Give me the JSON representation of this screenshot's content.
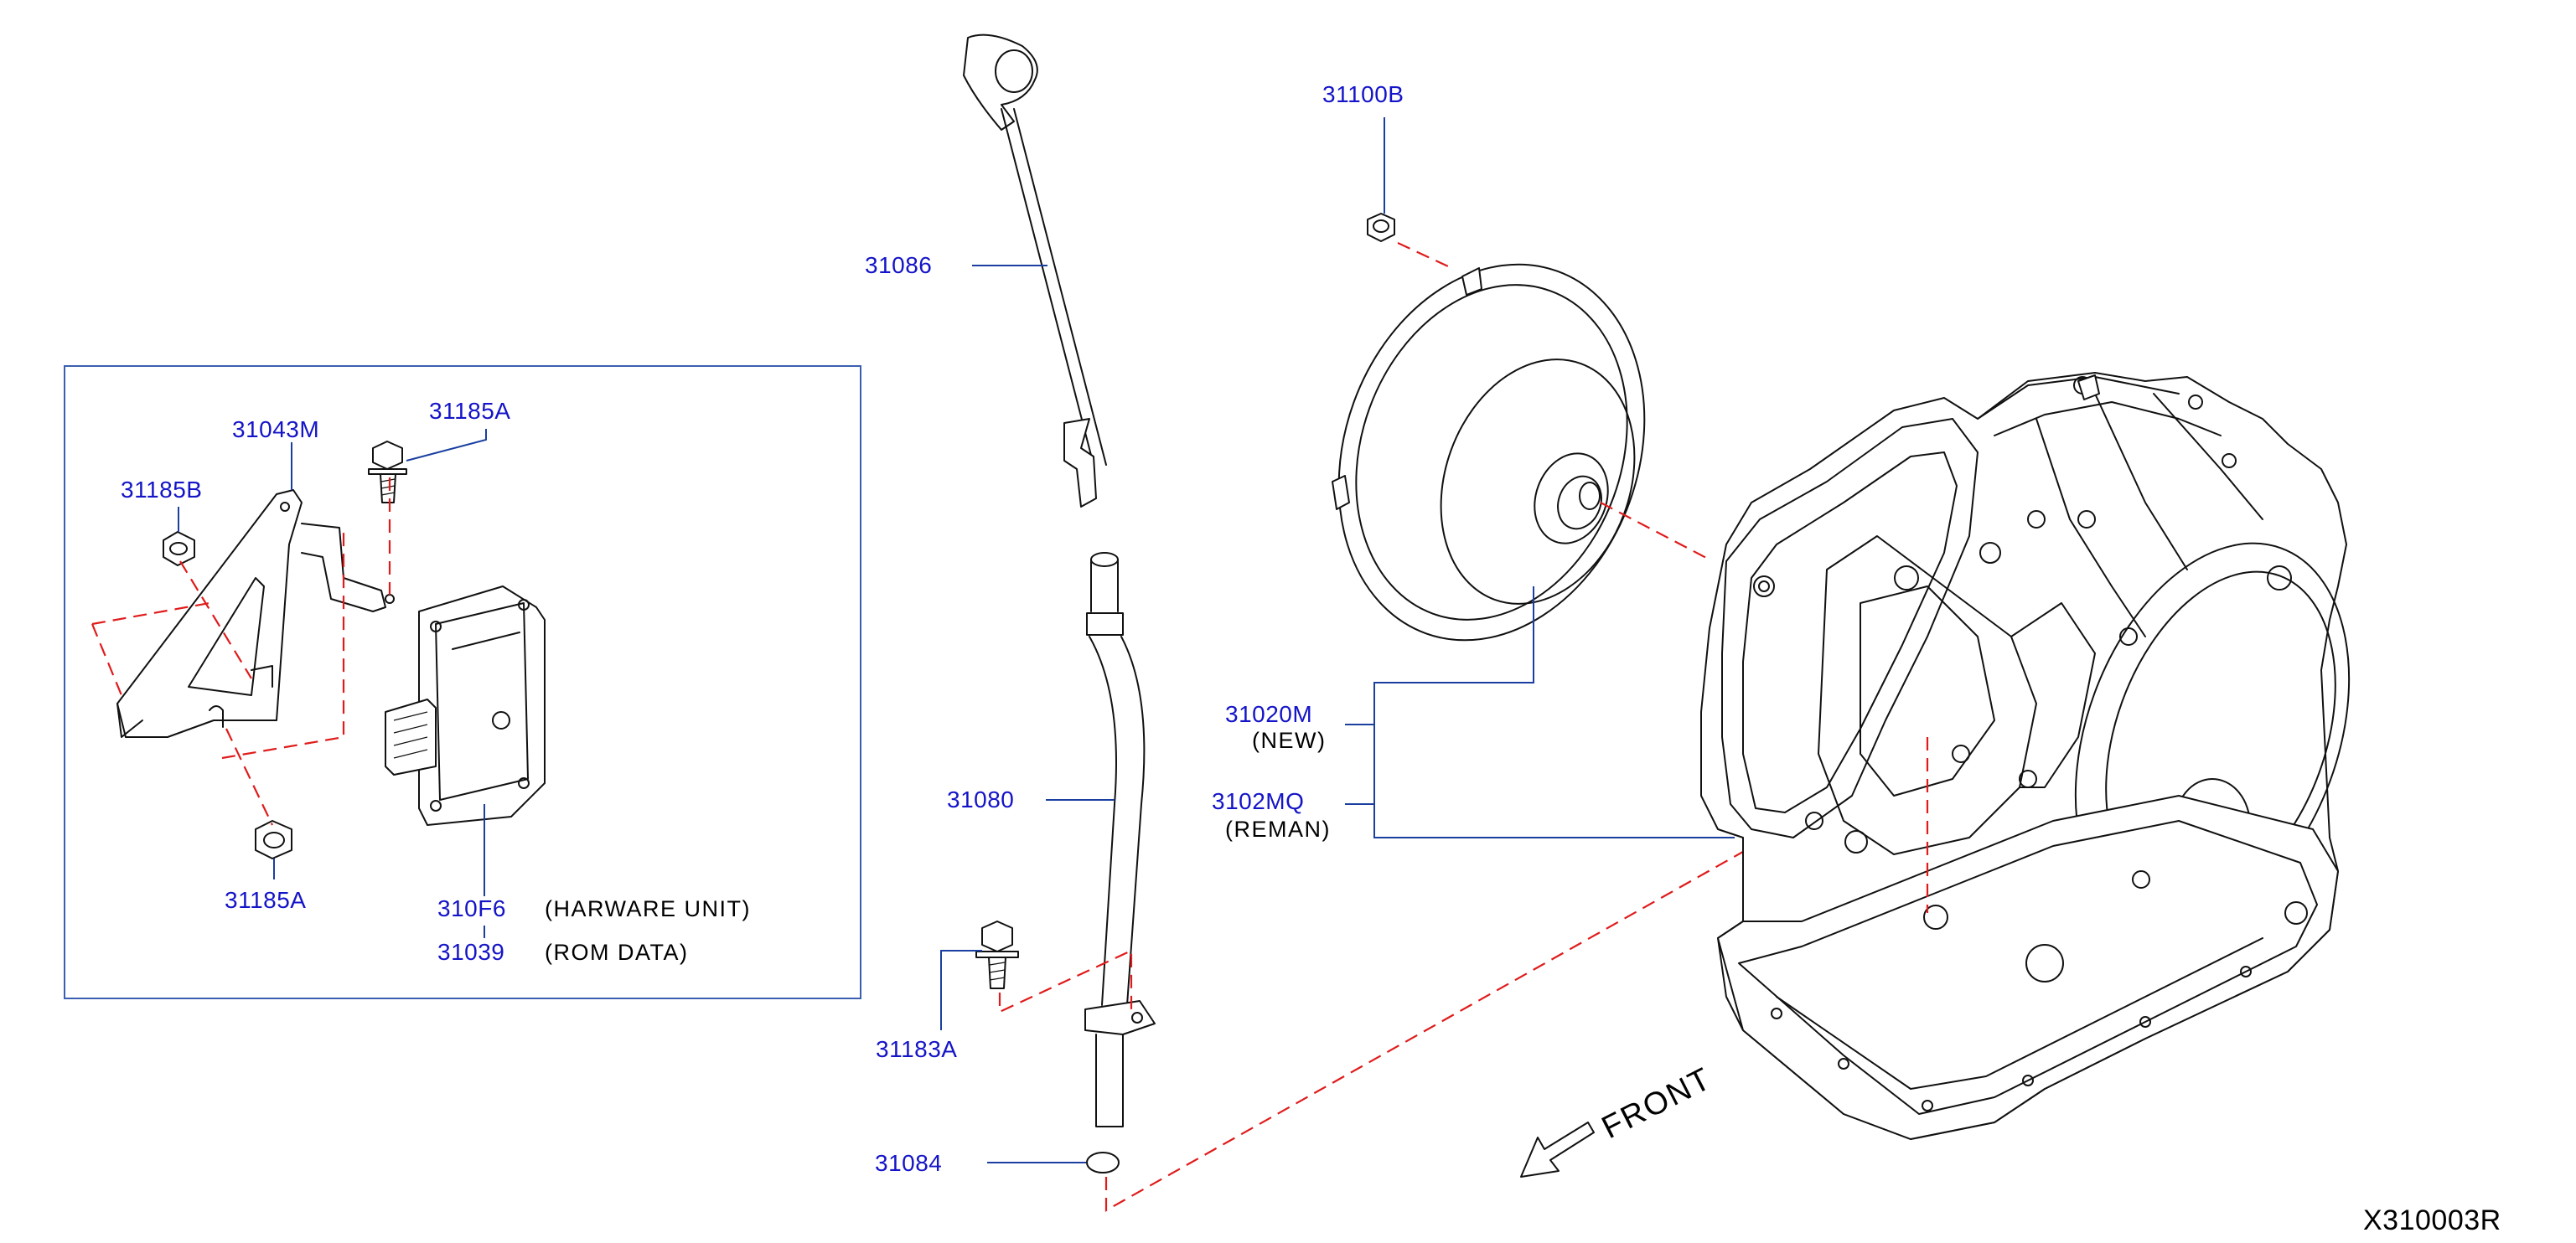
{
  "colors": {
    "label": "#1414c8",
    "leader": "#1a3fa0",
    "frame": "#3b5fb0",
    "dash": "#e01b1b",
    "line": "#111111",
    "text": "#000000"
  },
  "labels": {
    "p31086": "31086",
    "p31100B": "31100B",
    "p31185A_top": "31185A",
    "p31043M": "31043M",
    "p31185B": "31185B",
    "p31185A_bottom": "31185A",
    "p310F6": "310F6",
    "p31039": "31039",
    "p31020M": "31020M",
    "p3102MQ": "3102MQ",
    "p31080": "31080",
    "p31183A": "31183A",
    "p31084": "31084"
  },
  "descriptions": {
    "p310F6": "(HARWARE   UNIT)",
    "p31039": "(ROM   DATA)",
    "p31020M": "(NEW)",
    "p3102MQ": "(REMAN)"
  },
  "front_label": "FRONT",
  "drawing_code": "X310003R"
}
